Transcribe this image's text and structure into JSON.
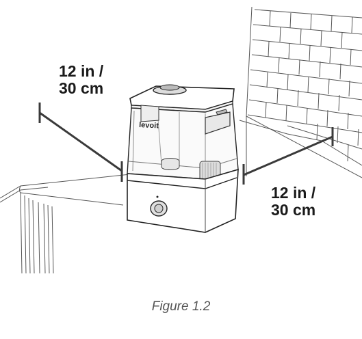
{
  "figure": {
    "caption": "Figure 1.2",
    "brand": "levoit",
    "left_clearance": {
      "line1": "12 in /",
      "line2": "30 cm"
    },
    "right_clearance": {
      "line1": "12 in /",
      "line2": "30 cm"
    }
  }
}
